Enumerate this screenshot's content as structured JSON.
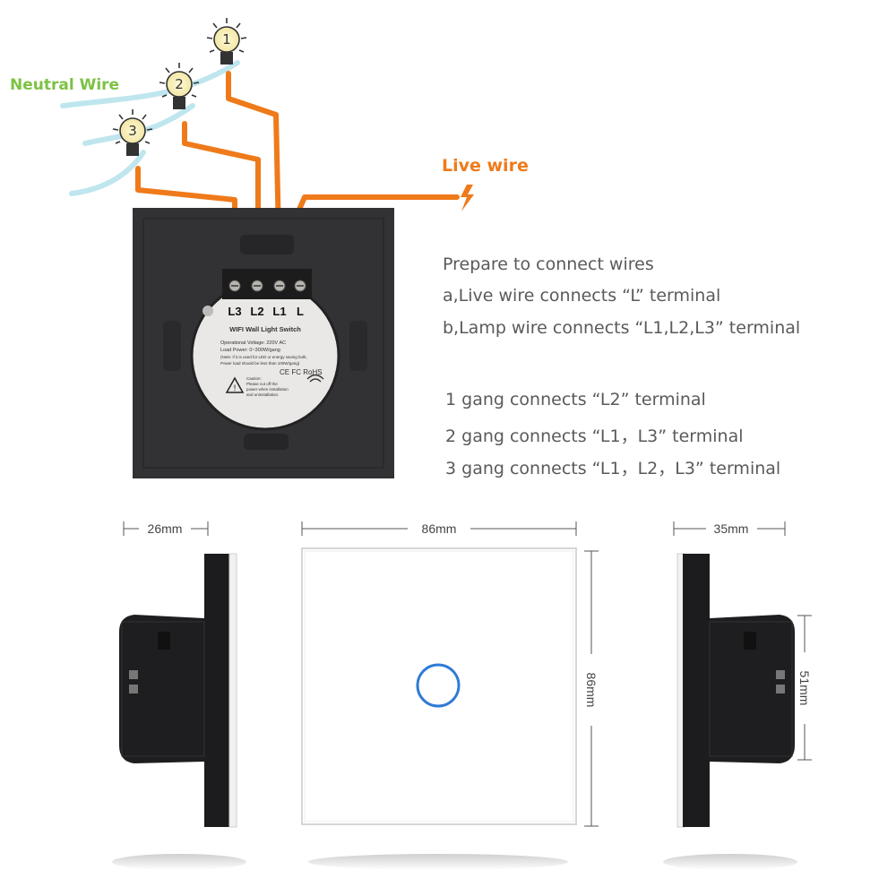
{
  "labels": {
    "neutral_wire": "Neutral Wire",
    "live_wire": "Live wire"
  },
  "bulbs": [
    "1",
    "2",
    "3"
  ],
  "terminals": [
    "L3",
    "L2",
    "L1",
    "L"
  ],
  "switch_label": {
    "title": "WIFI Wall Light Switch",
    "voltage": "Operational Voltage: 220V AC",
    "load": "Load Power: 0~300W/gang",
    "note1": "(Note: if it is used for LED or energy saving bulb,",
    "note2": "Power load should be less than 100W/gang)",
    "caution1": "Caution:",
    "caution2": "Please cut off the",
    "caution3": "power when installation",
    "caution4": "and uninstallation.",
    "certs": "CE FC RoHS"
  },
  "instructions": {
    "heading": "Prepare to connect wires",
    "a": "a,Live wire connects “L” terminal",
    "b": "b,Lamp wire connects “L1,L2,L3” terminal"
  },
  "gangs": [
    "1 gang connects “L2” terminal",
    "2 gang connects “L1，L3” terminal",
    "3 gang connects “L1，L2，L3” terminal"
  ],
  "dimensions": {
    "depth_left": "26mm",
    "width": "86mm",
    "height": "86mm",
    "depth_right": "35mm",
    "box_height": "51mm"
  },
  "colors": {
    "live_wire": "#ef7a1a",
    "neutral_wire": "#bfe6ee",
    "neutral_text": "#7dc243",
    "touch_ring": "#2f7bd4"
  }
}
